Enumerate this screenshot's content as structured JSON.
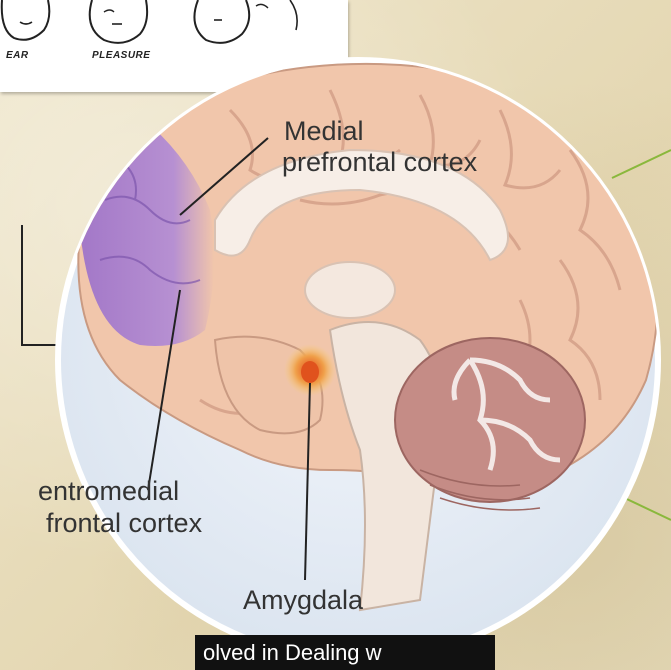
{
  "comic": {
    "labels": [
      "EAR",
      "PLEASURE"
    ]
  },
  "labels": {
    "medial_line1": "Medial",
    "medial_line2": "prefrontal cortex",
    "ventro_line1": "entromedial",
    "ventro_line2": "frontal cortex",
    "amygdala": "Amygdala"
  },
  "caption": "olved in Dealing w",
  "colors": {
    "background": "#ece2c4",
    "circle_bg": "#e8eef6",
    "cortex": "#f1c6ab",
    "prefrontal_highlight": "#a77fcf",
    "amygdala": "#e0521d",
    "cerebellum": "#c58c86",
    "brainstem": "#f2e6dc",
    "callout_line": "#8ab83c"
  }
}
